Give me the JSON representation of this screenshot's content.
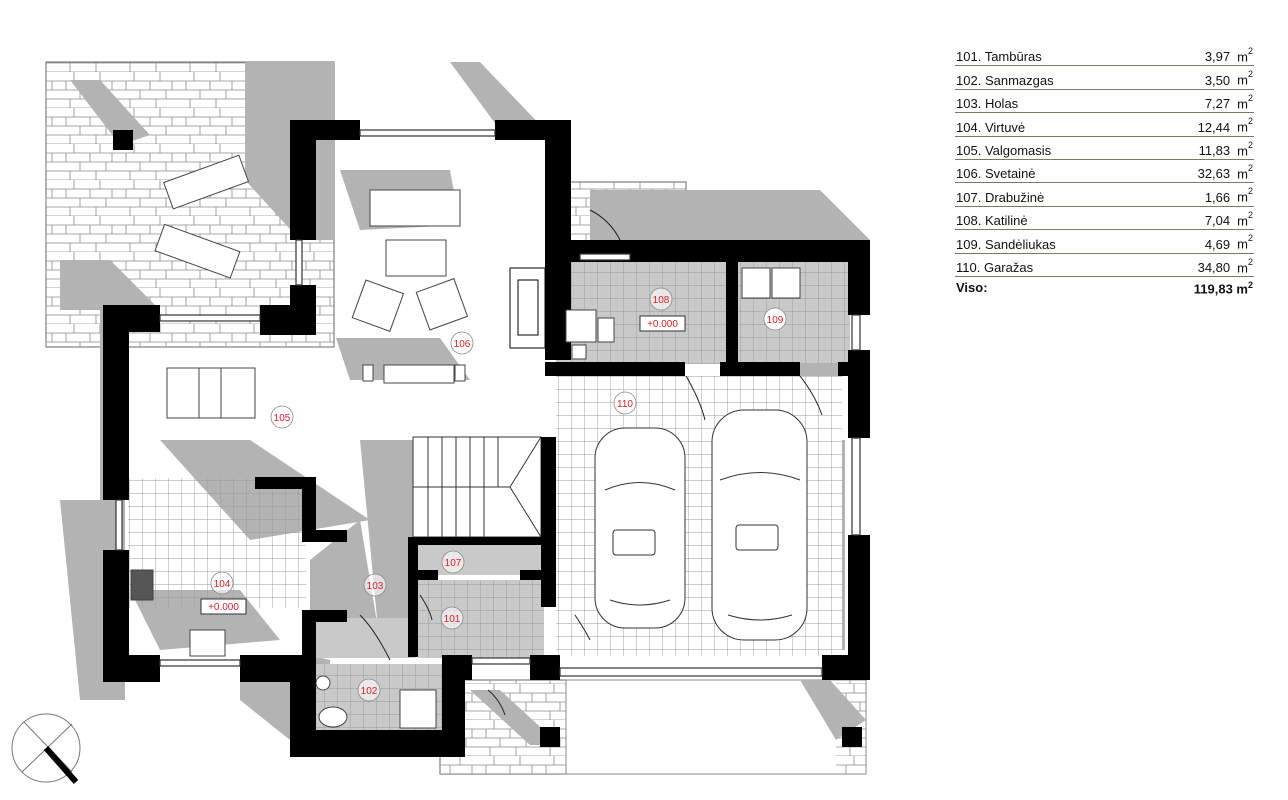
{
  "legend": {
    "rooms": [
      {
        "number": "101.",
        "name": "Tambūras",
        "area": "3,97",
        "unit": "m",
        "unit_exp": "2"
      },
      {
        "number": "102.",
        "name": "Sanmazgas",
        "area": "3,50",
        "unit": "m",
        "unit_exp": "2"
      },
      {
        "number": "103.",
        "name": "Holas",
        "area": "7,27",
        "unit": "m",
        "unit_exp": "2"
      },
      {
        "number": "104.",
        "name": "Virtuvė",
        "area": "12,44",
        "unit": "m",
        "unit_exp": "2"
      },
      {
        "number": "105.",
        "name": "Valgomasis",
        "area": "11,83",
        "unit": "m",
        "unit_exp": "2"
      },
      {
        "number": "106.",
        "name": "Svetainė",
        "area": "32,63",
        "unit": "m",
        "unit_exp": "2"
      },
      {
        "number": "107.",
        "name": "Drabužinė",
        "area": "1,66",
        "unit": "m",
        "unit_exp": "2"
      },
      {
        "number": "108.",
        "name": "Katilinė",
        "area": "7,04",
        "unit": "m",
        "unit_exp": "2"
      },
      {
        "number": "109.",
        "name": "Sandėliukas",
        "area": "4,69",
        "unit": "m",
        "unit_exp": "2"
      },
      {
        "number": "110.",
        "name": "Garažas",
        "area": "34,80",
        "unit": "m",
        "unit_exp": "2"
      }
    ],
    "total": {
      "label": "Viso:",
      "area": "119,83",
      "unit": "m",
      "unit_exp": "2"
    },
    "separator_color": "#7c7a5c"
  },
  "plan": {
    "room_tags": [
      {
        "id": "101",
        "label": "101"
      },
      {
        "id": "102",
        "label": "102"
      },
      {
        "id": "103",
        "label": "103"
      },
      {
        "id": "104",
        "label": "104"
      },
      {
        "id": "105",
        "label": "105"
      },
      {
        "id": "106",
        "label": "106"
      },
      {
        "id": "107",
        "label": "107"
      },
      {
        "id": "108",
        "label": "108"
      },
      {
        "id": "109",
        "label": "109"
      },
      {
        "id": "110",
        "label": "110"
      }
    ],
    "level_marks": [
      {
        "room": "104",
        "label": "+0.000"
      },
      {
        "room": "108",
        "label": "+0.000"
      }
    ],
    "tag_color": "#e0202a",
    "wall_color": "#000000",
    "shadow_color": "#b3b3b3",
    "compass": "north-arrow"
  }
}
